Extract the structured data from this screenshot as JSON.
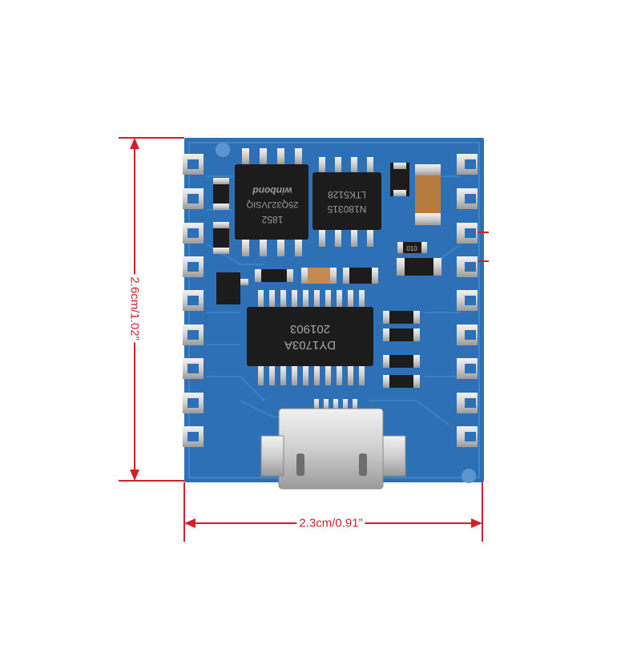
{
  "dimensions": {
    "height_label": "2.6cm/1.02”",
    "width_label": "2.3cm/0.91”",
    "accent_color": "#d0202a"
  },
  "board": {
    "pcb_color": "#2a6db4",
    "chips": {
      "flash_brand": "winbond",
      "flash_part": "25Q32JVSIQ",
      "flash_code": "1852",
      "amp_line1": "LTK5128",
      "amp_line2": "N180315",
      "main_line1": "DY1703A",
      "main_line2": "201903"
    },
    "components": {
      "cap_code": "010"
    }
  }
}
